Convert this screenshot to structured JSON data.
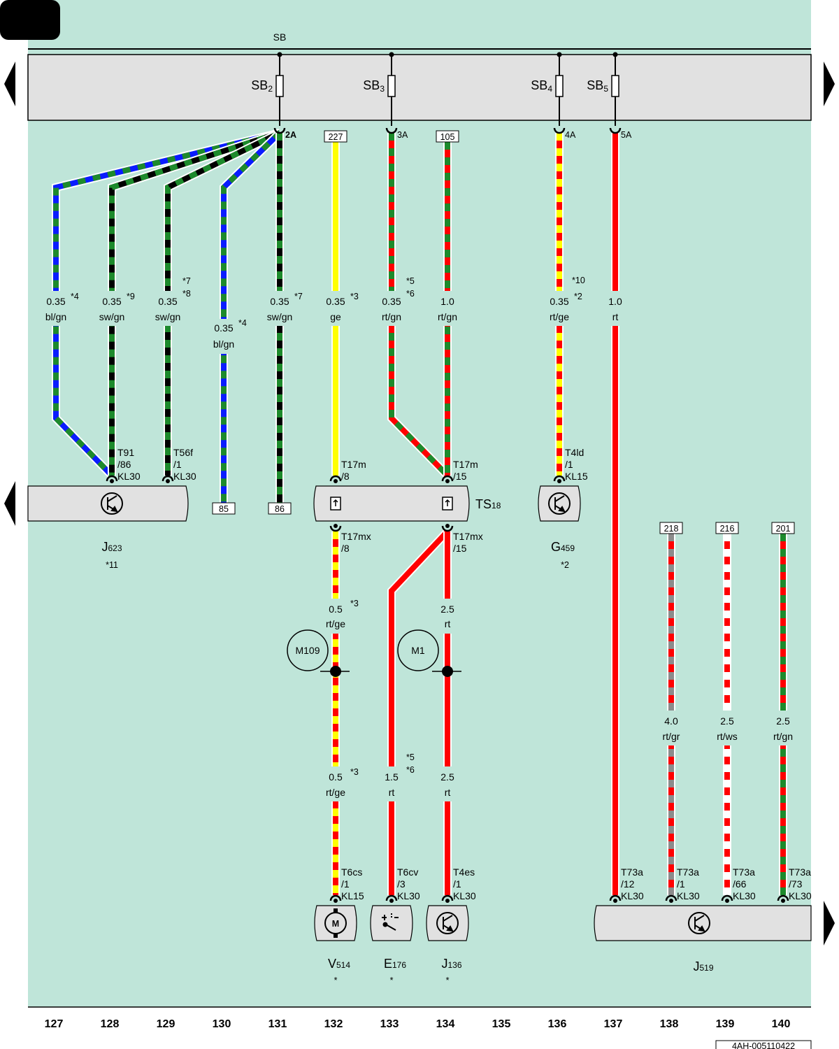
{
  "bus": {
    "label": "SB"
  },
  "fuses": [
    {
      "name": "SB",
      "sub": "2",
      "out": "2A"
    },
    {
      "name": "SB",
      "sub": "3",
      "out": "3A"
    },
    {
      "name": "SB",
      "sub": "4",
      "out": "4A"
    },
    {
      "name": "SB",
      "sub": "5",
      "out": "5A"
    }
  ],
  "refs": {
    "r227": "227",
    "r105": "105",
    "r85": "85",
    "r86": "86",
    "r218": "218",
    "r216": "216",
    "r201": "201"
  },
  "wires": {
    "w127": {
      "size": "0.35",
      "color": "bl/gn",
      "note": "*4"
    },
    "w128": {
      "size": "0.35",
      "color": "sw/gn",
      "note": "*9"
    },
    "w129": {
      "size": "0.35",
      "color": "sw/gn",
      "note1": "*7",
      "note2": "*8"
    },
    "w130": {
      "size": "0.35",
      "color": "bl/gn",
      "note": "*4"
    },
    "w131": {
      "size": "0.35",
      "color": "sw/gn",
      "note": "*7"
    },
    "w132": {
      "size": "0.35",
      "color": "ge",
      "note": "*3"
    },
    "w133": {
      "size": "0.35",
      "color": "rt/gn",
      "note1": "*5",
      "note2": "*6"
    },
    "w134": {
      "size": "1.0",
      "color": "rt/gn"
    },
    "w136": {
      "size": "0.35",
      "color": "rt/ge",
      "note1": "*10",
      "note2": "*2"
    },
    "w137": {
      "size": "1.0",
      "color": "rt"
    },
    "w132b": {
      "size": "0.5",
      "color": "rt/ge",
      "note": "*3"
    },
    "w134b": {
      "size": "2.5",
      "color": "rt"
    },
    "w132c": {
      "size": "0.5",
      "color": "rt/ge",
      "note": "*3"
    },
    "w133c": {
      "size": "1.5",
      "color": "rt",
      "note1": "*5",
      "note2": "*6"
    },
    "w134c": {
      "size": "2.5",
      "color": "rt"
    },
    "w138": {
      "size": "4.0",
      "color": "rt/gr"
    },
    "w139": {
      "size": "2.5",
      "color": "rt/ws"
    },
    "w140": {
      "size": "2.5",
      "color": "rt/gn"
    }
  },
  "pins": {
    "p128": [
      "T91",
      "/86",
      "KL30"
    ],
    "p129": [
      "T56f",
      "/1",
      "KL30"
    ],
    "p132": [
      "T17m",
      "/8"
    ],
    "p134": [
      "T17m",
      "/15"
    ],
    "p136": [
      "T4ld",
      "/1",
      "KL15"
    ],
    "p132b": [
      "T17mx",
      "/8"
    ],
    "p134b": [
      "T17mx",
      "/15"
    ],
    "p132c": [
      "T6cs",
      "/1",
      "KL15"
    ],
    "p133c": [
      "T6cv",
      "/3",
      "KL30"
    ],
    "p134c": [
      "T4es",
      "/1",
      "KL30"
    ],
    "p137": [
      "T73a",
      "/12",
      "KL30"
    ],
    "p138": [
      "T73a",
      "/1",
      "KL30"
    ],
    "p139": [
      "T73a",
      "/66",
      "KL30"
    ],
    "p140": [
      "T73a",
      "/73",
      "KL30"
    ]
  },
  "components": {
    "j623": {
      "name": "J",
      "sub": "623",
      "note": "*11"
    },
    "ts18": {
      "name": "TS",
      "sub": "18"
    },
    "g459": {
      "name": "G",
      "sub": "459",
      "note": "*2"
    },
    "v514": {
      "name": "V",
      "sub": "514",
      "note": "*"
    },
    "e176": {
      "name": "E",
      "sub": "176",
      "note": "*"
    },
    "j136": {
      "name": "J",
      "sub": "136",
      "note": "*"
    },
    "j519": {
      "name": "J",
      "sub": "519"
    },
    "m109": "M109",
    "m1": "M1",
    "motor_glyph": "M"
  },
  "columns": [
    "127",
    "128",
    "129",
    "130",
    "131",
    "132",
    "133",
    "134",
    "135",
    "136",
    "137",
    "138",
    "139",
    "140"
  ],
  "doc_code": "4AH-005110422",
  "colors": {
    "bg": "#bfe5d9",
    "box": "#e1e1e1",
    "red": "#ff0000",
    "green": "#1d8a2c",
    "blue": "#0a1cff",
    "yellow": "#ffff00",
    "black": "#000000",
    "grey": "#8c8c8c"
  }
}
